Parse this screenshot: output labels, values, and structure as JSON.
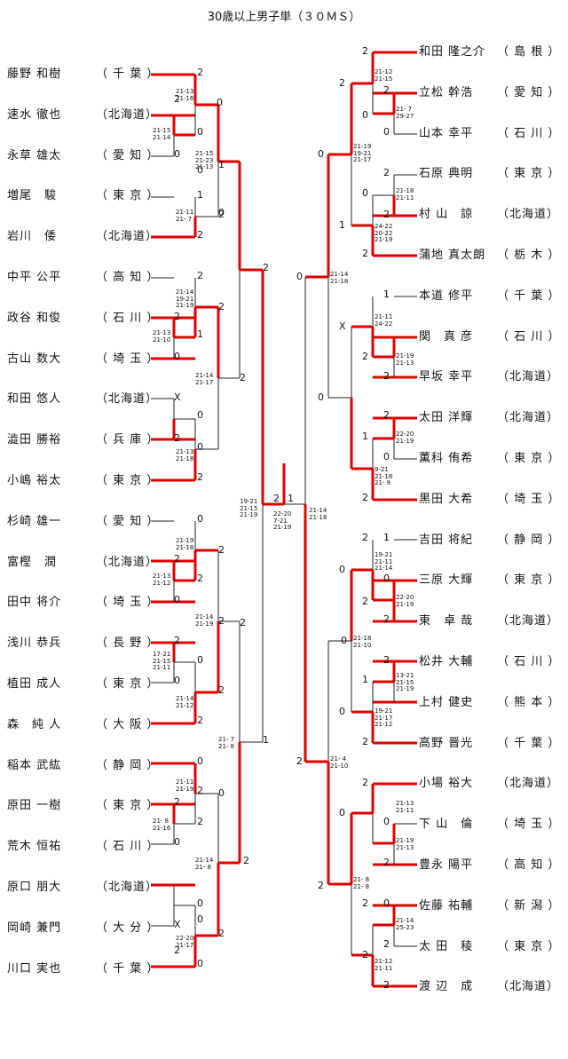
{
  "title": "30歳以上男子単（３０ＭＳ）",
  "left_players": [
    {
      "name": "藤野 和樹",
      "pref": "（ 千 葉 ）"
    },
    {
      "name": "速水 徹也",
      "pref": "（北海道）"
    },
    {
      "name": "永草 雄太",
      "pref": "（ 愛 知 ）"
    },
    {
      "name": "増尾　駿",
      "pref": "（ 東 京 ）"
    },
    {
      "name": "岩川　倭",
      "pref": "（北海道）"
    },
    {
      "name": "中平 公平",
      "pref": "（ 高 知 ）"
    },
    {
      "name": "政谷 和俊",
      "pref": "（ 石 川 ）"
    },
    {
      "name": "古山 数大",
      "pref": "（ 埼 玉 ）"
    },
    {
      "name": "和田 悠人",
      "pref": "（北海道）"
    },
    {
      "name": "澁田 勝裕",
      "pref": "（ 兵 庫 ）"
    },
    {
      "name": "小嶋 裕太",
      "pref": "（ 東 京 ）"
    },
    {
      "name": "杉崎 雄一",
      "pref": "（ 愛 知 ）"
    },
    {
      "name": "富樫　潤",
      "pref": "（北海道）"
    },
    {
      "name": "田中 将介",
      "pref": "（ 埼 玉 ）"
    },
    {
      "name": "浅川 恭兵",
      "pref": "（ 長 野 ）"
    },
    {
      "name": "植田 成人",
      "pref": "（ 東 京 ）"
    },
    {
      "name": "森　純 人",
      "pref": "（ 大 阪 ）"
    },
    {
      "name": "稲本 武紘",
      "pref": "（ 静 岡 ）"
    },
    {
      "name": "原田 一樹",
      "pref": "（ 東 京 ）"
    },
    {
      "name": "荒木 恒祐",
      "pref": "（ 石 川 ）"
    },
    {
      "name": "原口 朋大",
      "pref": "（北海道）"
    },
    {
      "name": "岡崎 兼門",
      "pref": "（ 大 分 ）"
    },
    {
      "name": "川口 実也",
      "pref": "（ 千 葉 ）"
    }
  ],
  "right_players": [
    {
      "name": "和田 隆之介",
      "pref": "（ 島 根 ）"
    },
    {
      "name": "立松 幹浩",
      "pref": "（ 愛 知 ）"
    },
    {
      "name": "山本 幸平",
      "pref": "（ 石 川 ）"
    },
    {
      "name": "石原 典明",
      "pref": "（ 東 京 ）"
    },
    {
      "name": "村 山　諒",
      "pref": "（北海道）"
    },
    {
      "name": "蒲地 真太朗",
      "pref": "（ 栃 木 ）"
    },
    {
      "name": "本道 修平",
      "pref": "（ 千 葉 ）"
    },
    {
      "name": "関　真 彦",
      "pref": "（ 石 川 ）"
    },
    {
      "name": "早坂 幸平",
      "pref": "（北海道）"
    },
    {
      "name": "太田 洋輝",
      "pref": "（北海道）"
    },
    {
      "name": "薫科 侑希",
      "pref": "（ 東 京 ）"
    },
    {
      "name": "黒田 大希",
      "pref": "（ 埼 玉 ）"
    },
    {
      "name": "吉田 将紀",
      "pref": "（ 静 岡 ）"
    },
    {
      "name": "三原 大輝",
      "pref": "（ 東 京 ）"
    },
    {
      "name": "東　卓 哉",
      "pref": "（北海道）"
    },
    {
      "name": "松井 大輔",
      "pref": "（ 石 川 ）"
    },
    {
      "name": "上村 健史",
      "pref": "（ 熊 本 ）"
    },
    {
      "name": "高野 晋光",
      "pref": "（ 千 葉 ）"
    },
    {
      "name": "小場 裕大",
      "pref": "（北海道）"
    },
    {
      "name": "下 山　倫",
      "pref": "（ 埼 玉 ）"
    },
    {
      "name": "豊永 陽平",
      "pref": "（ 高 知 ）"
    },
    {
      "name": "佐藤 祐輔",
      "pref": "（ 新 潟 ）"
    },
    {
      "name": "太 田　稜",
      "pref": "（ 東 京 ）"
    },
    {
      "name": "渡 辺　成",
      "pref": "（北海道）"
    }
  ],
  "left_marks": [
    "2",
    "2",
    "0",
    "0",
    "1",
    "2",
    "0",
    "2",
    "2",
    "2",
    "1",
    "0",
    "2",
    "0",
    "0",
    "2",
    "2",
    "0",
    "0",
    "2",
    "2",
    "0",
    "2",
    "0",
    "2",
    "0",
    "2",
    "2",
    "2",
    "0",
    "2",
    "0",
    "2",
    "2",
    "0",
    "0",
    "2",
    "1",
    "0",
    "2",
    "1",
    "2",
    "0",
    "2",
    "0",
    "2",
    "X",
    "X",
    "2"
  ],
  "right_marks": [
    "2",
    "2",
    "0",
    "2",
    "0",
    "2",
    "0",
    "2",
    "1",
    "2",
    "0",
    "1",
    "2",
    "X",
    "2",
    "2",
    "0",
    "1",
    "2",
    "0",
    "2",
    "1",
    "0",
    "2",
    "2",
    "0",
    "1",
    "2",
    "0",
    "2",
    "2",
    "0",
    "2",
    "0",
    "2",
    "2",
    "2",
    "0",
    "0",
    "2",
    "2",
    "0",
    "2"
  ],
  "left_scores": [
    "21-13\n21-16",
    "21-15\n21-14",
    "21-15\n21-23\n21-13",
    "21-11\n21- 7",
    "21-14\n19-21\n21-19",
    "21-13\n21-10",
    "21-14\n21-17",
    "21-13\n21-18",
    "21-19\n21-18",
    "21-13\n21-12",
    "21-14\n21-19",
    "17-21\n21-15\n21-11",
    "21-14\n21-12",
    "21-11\n21-19",
    "21- 8\n21-16",
    "21-14\n21- 8",
    "22-20\n21-17",
    "19-21\n21-15\n21-19",
    "21- 7\n21- 8"
  ],
  "right_scores": [
    "21-12\n21-15",
    "21- 7\n29-27",
    "21-19\n19-21\n21-17",
    "21-18\n21-11",
    "24-22\n20-22\n21-19",
    "21-14\n21-18",
    "21-11\n24-22",
    "21-19\n21-13",
    "22-20\n21-19",
    "9-21\n21-18\n21- 9",
    "19-21\n21-11\n21-14",
    "22-20\n21-19",
    "21-18\n21-10",
    "13-21\n21-15\n21-19",
    "19-21\n21-17\n21-12",
    "21- 4\n21-10",
    "21-13\n21-11",
    "21-19\n21-13",
    "21-14\n25-23",
    "21-12\n21-11",
    "21- 8\n21- 8"
  ],
  "final": {
    "left_score": "2",
    "right_score": "1",
    "scores": "22-20\n7-21\n21-19",
    "side_scores": "21-14\n21-18"
  }
}
